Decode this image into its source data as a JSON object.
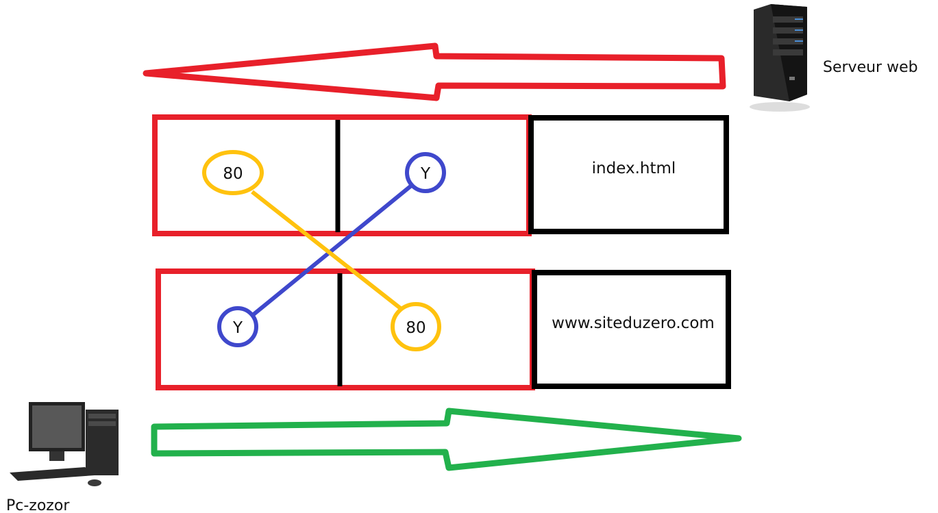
{
  "server": {
    "label": "Serveur web",
    "icon": "server-tower-icon"
  },
  "client": {
    "label": "Pc-zozor",
    "icon": "desktop-computer-icon"
  },
  "response_packet": {
    "source_port": "80",
    "destination_port": "Y",
    "payload": "index.html"
  },
  "request_packet": {
    "source_port": "Y",
    "destination_port": "80",
    "payload": "www.siteduzero.com"
  },
  "colors": {
    "response_arrow": "#e8202a",
    "request_arrow": "#22b14c",
    "header_border": "#e8202a",
    "payload_border": "#000000",
    "port_80": "#ffc20e",
    "port_y": "#3f48cc"
  }
}
